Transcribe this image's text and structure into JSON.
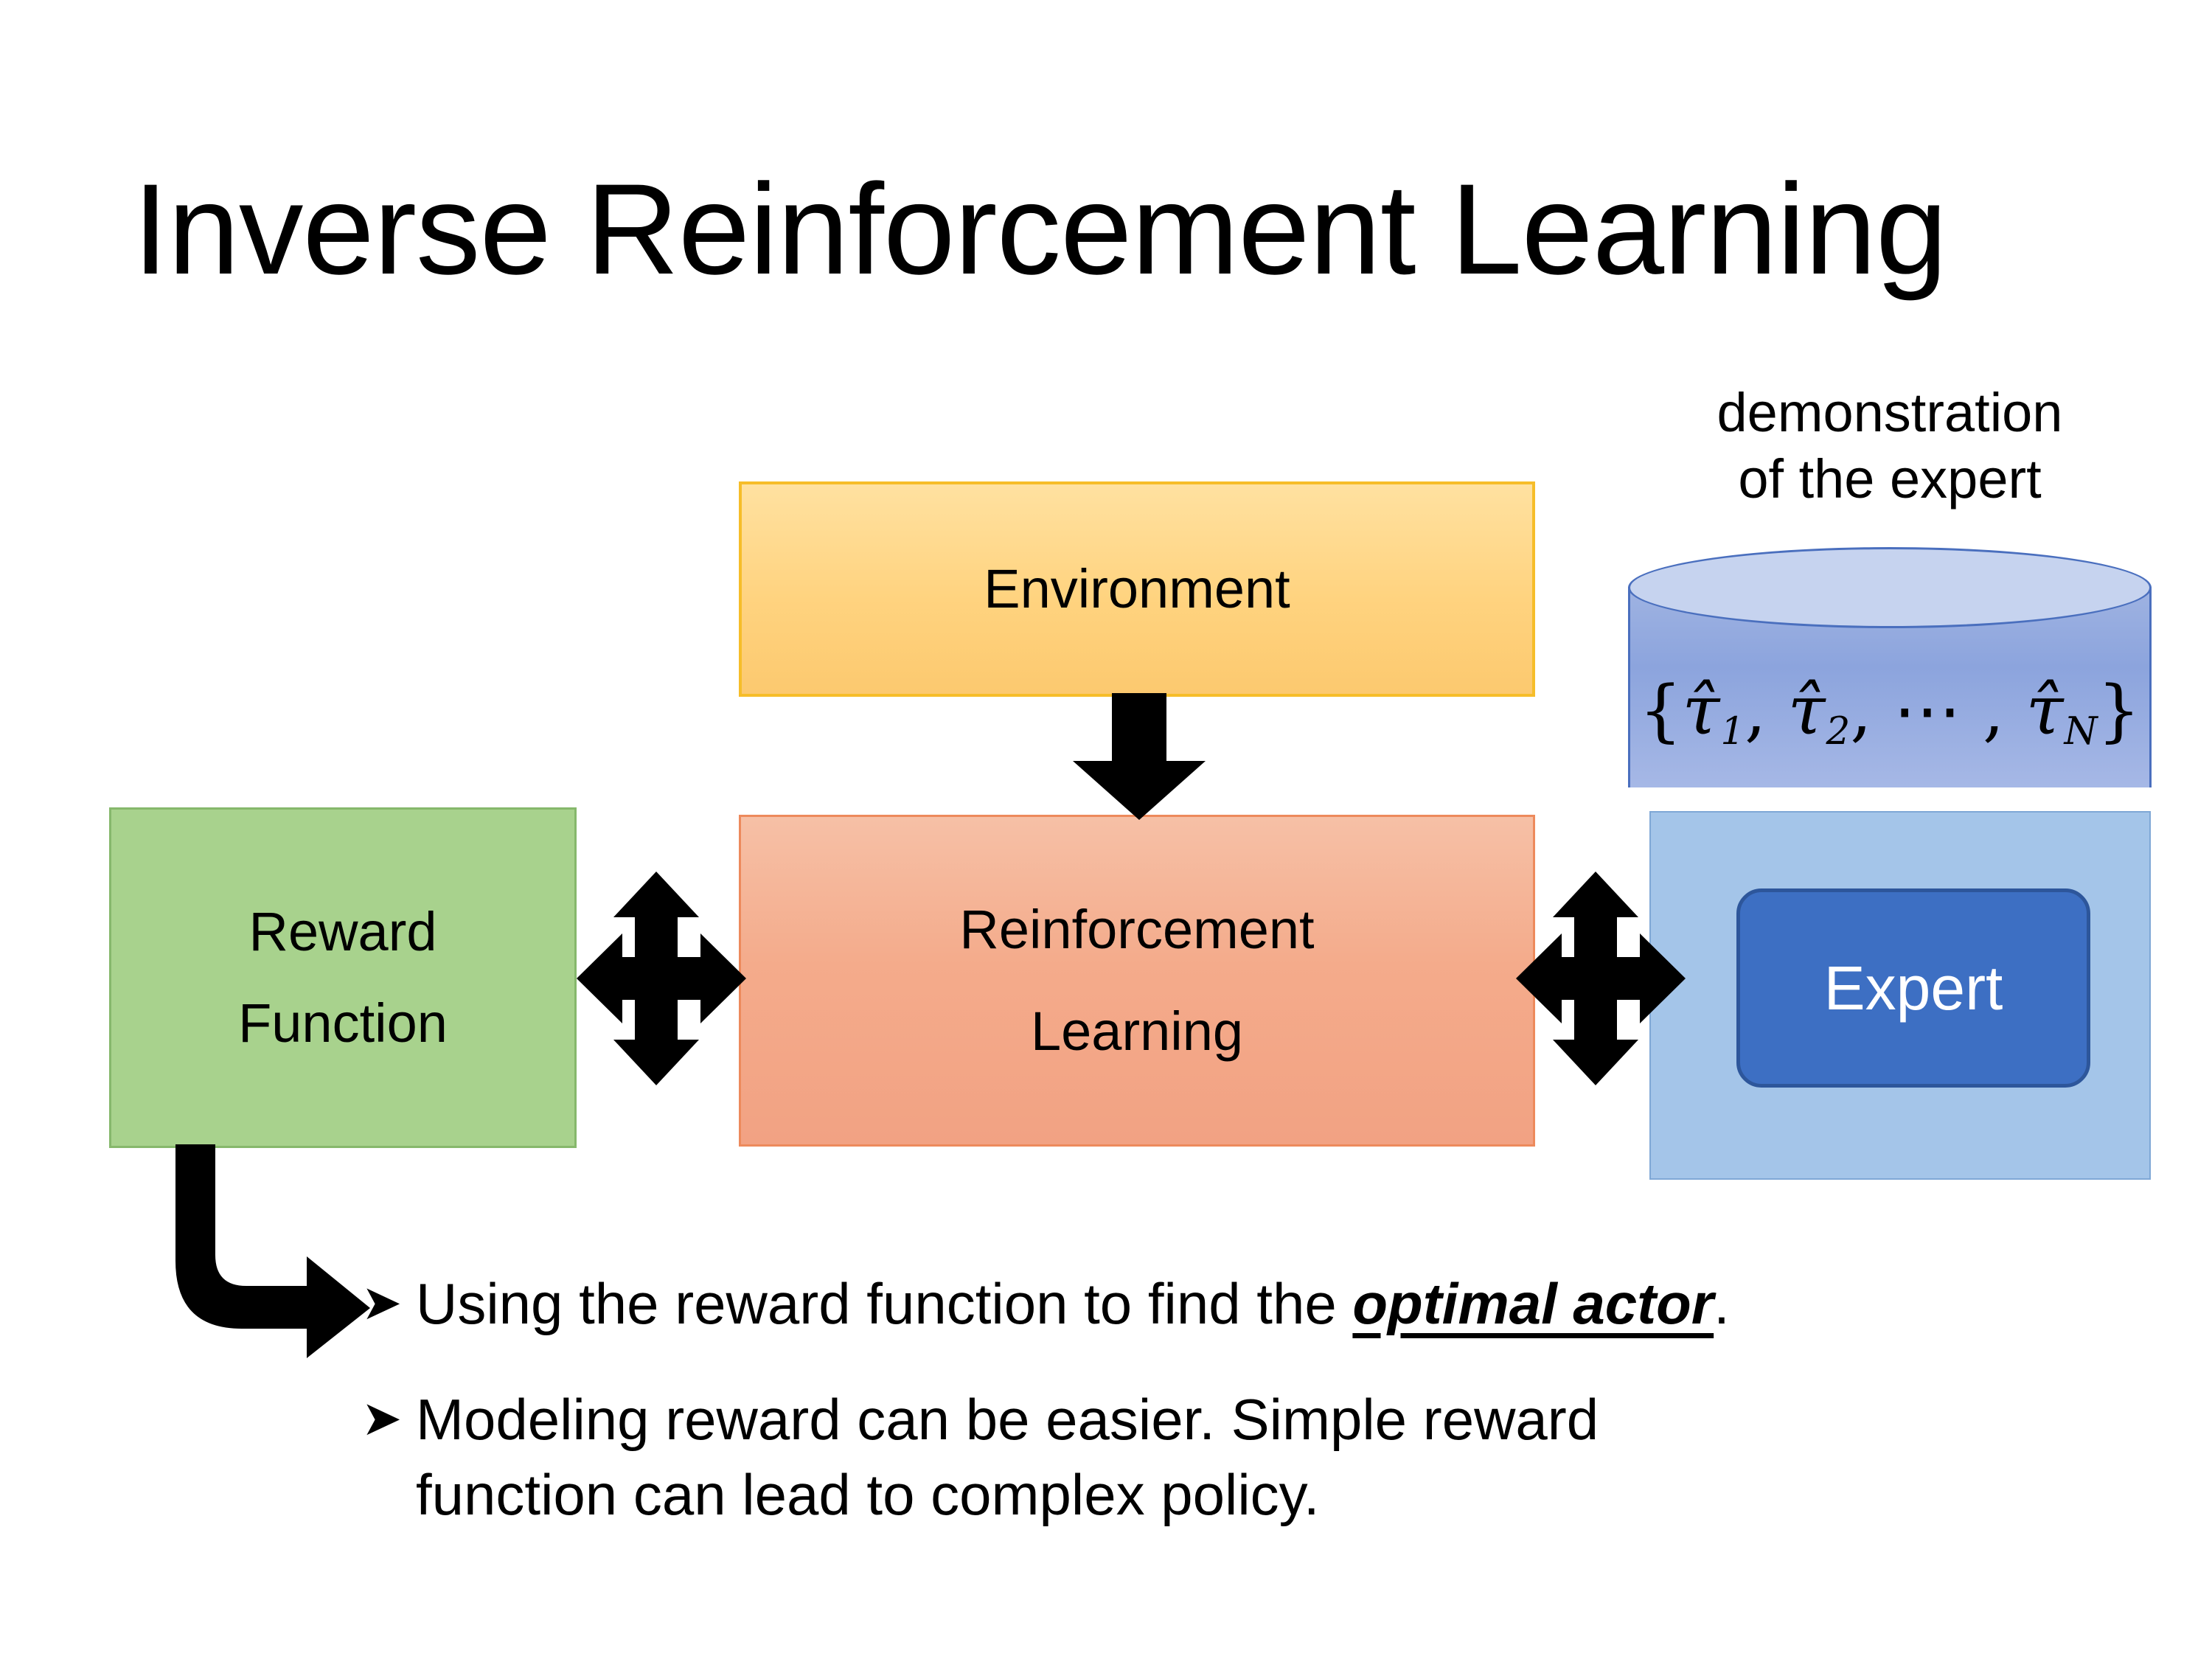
{
  "slide": {
    "title": "Inverse Reinforcement Learning",
    "background_color": "#ffffff"
  },
  "diagram": {
    "environment_box": {
      "label": "Environment",
      "fill_top": "#ffe1a0",
      "fill_bottom": "#fcc96f",
      "border": "#f6bd29"
    },
    "rl_box": {
      "label_line1": "Reinforcement",
      "label_line2": "Learning",
      "fill_top": "#f6c0a6",
      "fill_bottom": "#f2a283",
      "border": "#ed8a5c"
    },
    "reward_box": {
      "label_line1": "Reward",
      "label_line2": "Function",
      "fill": "#a8d28d",
      "border": "#86b86c"
    },
    "expert_group": {
      "caption_line1": "demonstration",
      "caption_line2": "of the expert",
      "cylinder_label_open": "{",
      "cylinder_label_t1": "τ̂",
      "cylinder_label_sub1": "1",
      "cylinder_label_sep1": ", ",
      "cylinder_label_t2": "τ̂",
      "cylinder_label_sub2": "2",
      "cylinder_label_sep2": ", ⋯ , ",
      "cylinder_label_tN": "τ̂",
      "cylinder_label_subN": "N",
      "cylinder_label_close": "}",
      "cylinder_full_label": "{τ̂₁, τ̂₂, ⋯ , τ̂N}",
      "panel_fill": "#a4c5e9",
      "panel_border": "#7fa8d6",
      "cylinder_top_fill": "#c6d3ef",
      "cylinder_body_fill": "#8ca4dd",
      "cylinder_border": "#4a6fbe",
      "expert_button_label": "Expert",
      "expert_button_fill": "#3d6fc3",
      "expert_button_border": "#2d569b",
      "expert_button_text_color": "#ffffff"
    },
    "connectors": {
      "env_to_rl": "down-arrow",
      "reward_rl": "four-way-arrow",
      "rl_expert": "four-way-arrow",
      "reward_to_bullet": "bent-arrow-down-right",
      "color": "#000000"
    }
  },
  "bullets": [
    {
      "marker": "➤",
      "text_before": "Using the reward function to find the ",
      "emphasis": "optimal actor",
      "text_after": "."
    },
    {
      "marker": "➤",
      "text_line1": "Modeling reward can be easier. Simple reward",
      "text_line2": "function can lead to complex policy."
    }
  ]
}
